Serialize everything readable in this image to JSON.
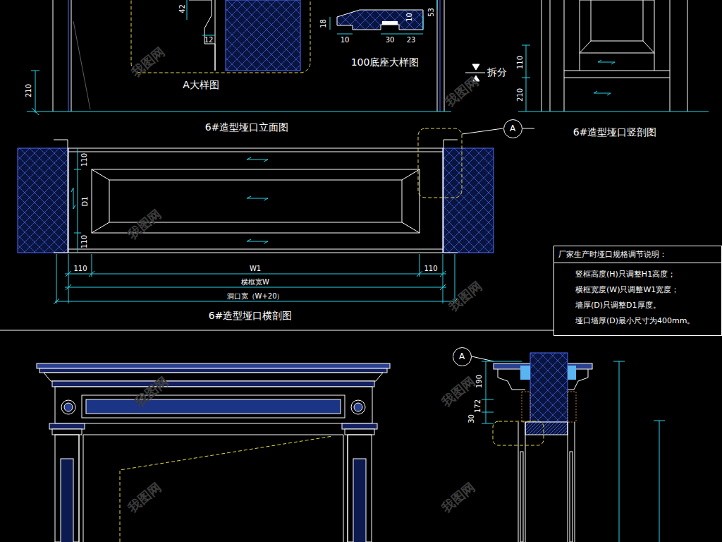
{
  "diagram": {
    "nodes": [
      {
        "text": [
          "厂家生产时垭口规格调节说明：",
          "竖框高度(H)只调整H1高度；",
          "横框宽度(W)只调整W1宽度；",
          "墙厚(D)只调整D1厚度。",
          "垭口墙厚(D)最小尺寸为400mm。"
        ]
      },
      {
        "text": [
          "A"
        ]
      },
      {
        "text": [
          "A"
        ]
      }
    ],
    "labels": [
      "42",
      "12",
      "A大样图",
      "53",
      "18",
      "10",
      "30",
      "10",
      "23",
      "100底座大样图",
      "拆分",
      "110",
      "210",
      "210",
      "6#造型垭口立面图",
      "6#造型垭口竖剖图",
      "110",
      "D1",
      "110",
      "110",
      "W1",
      "110",
      "横框宽W",
      "洞口宽（W+20）",
      "6#造型垭口横剖图",
      "190",
      "172",
      "30",
      "我图网",
      "我图网",
      "我图网",
      "我图网",
      "我图网",
      "我图网",
      "我图网",
      "我图网"
    ]
  }
}
